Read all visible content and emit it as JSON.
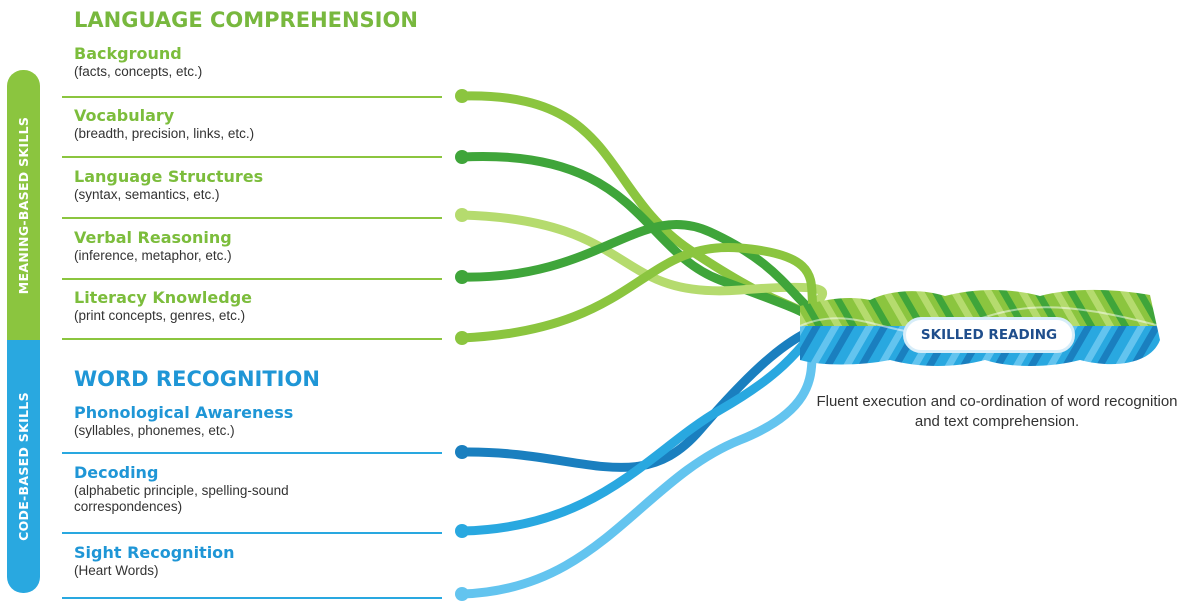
{
  "side_tabs": {
    "meaning": "MEANING-BASED SKILLS",
    "code": "CODE-BASED SKILLS"
  },
  "language_comprehension": {
    "title": "LANGUAGE COMPREHENSION",
    "skills": [
      {
        "name": "Background",
        "desc": "(facts, concepts, etc.)"
      },
      {
        "name": "Vocabulary",
        "desc": "(breadth, precision, links, etc.)"
      },
      {
        "name": "Language Structures",
        "desc": "(syntax, semantics, etc.)"
      },
      {
        "name": "Verbal Reasoning",
        "desc": "(inference, metaphor, etc.)"
      },
      {
        "name": "Literacy Knowledge",
        "desc": "(print concepts, genres, etc.)"
      }
    ]
  },
  "word_recognition": {
    "title": "WORD RECOGNITION",
    "skills": [
      {
        "name": "Phonological Awareness",
        "desc": "(syllables, phonemes, etc.)"
      },
      {
        "name": "Decoding",
        "desc": "(alphabetic principle, spelling-sound correspondences)"
      },
      {
        "name": "Sight Recognition",
        "desc": "(Heart Words)"
      }
    ]
  },
  "outcome": {
    "badge": "SKILLED READING",
    "caption": "Fluent execution and co-ordination of word recognition and text comprehension."
  },
  "colors": {
    "green": "#8bc53f",
    "dark_green": "#3fa53a",
    "light_green": "#b5db6e",
    "blue": "#29a8e0",
    "dark_blue": "#1a7fbf",
    "light_blue": "#63c4ef",
    "badge_text": "#1f4e8c"
  }
}
